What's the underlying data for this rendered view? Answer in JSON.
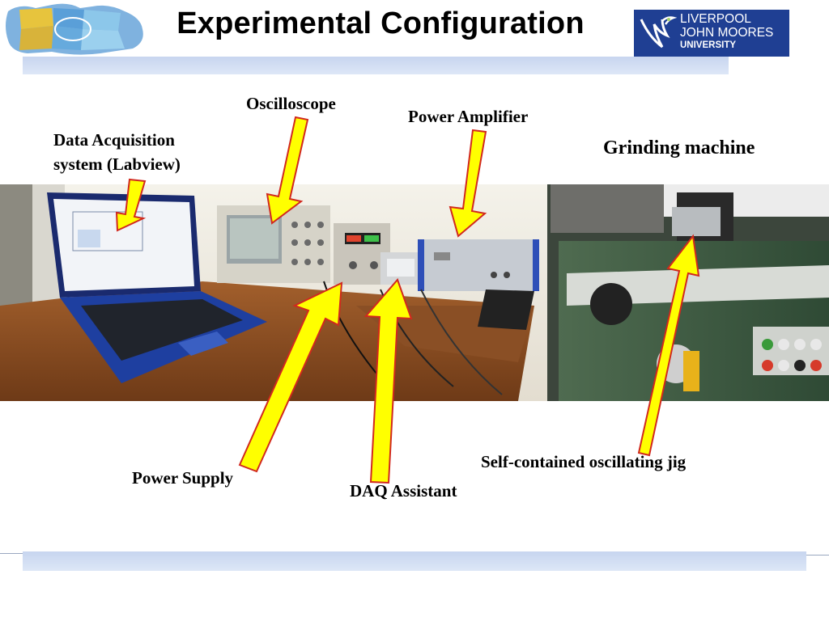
{
  "slide": {
    "title": "Experimental Configuration"
  },
  "logo": {
    "line1": "LIVERPOOL",
    "line2": "JOHN MOORES",
    "line3": "UNIVERSITY"
  },
  "labels": {
    "daq_line1": "Data Acquisition",
    "daq_line2": "system (Labview)",
    "oscilloscope": "Oscilloscope",
    "power_amplifier": "Power Amplifier",
    "grinding_machine": "Grinding machine",
    "power_supply": "Power Supply",
    "daq_assistant": "DAQ Assistant",
    "jig": "Self-contained oscillating jig"
  },
  "colors": {
    "arrow_fill": "#ffff00",
    "arrow_stroke": "#d1281e",
    "logo_bg": "#1f3f93",
    "bar": "#c7d5ef"
  }
}
